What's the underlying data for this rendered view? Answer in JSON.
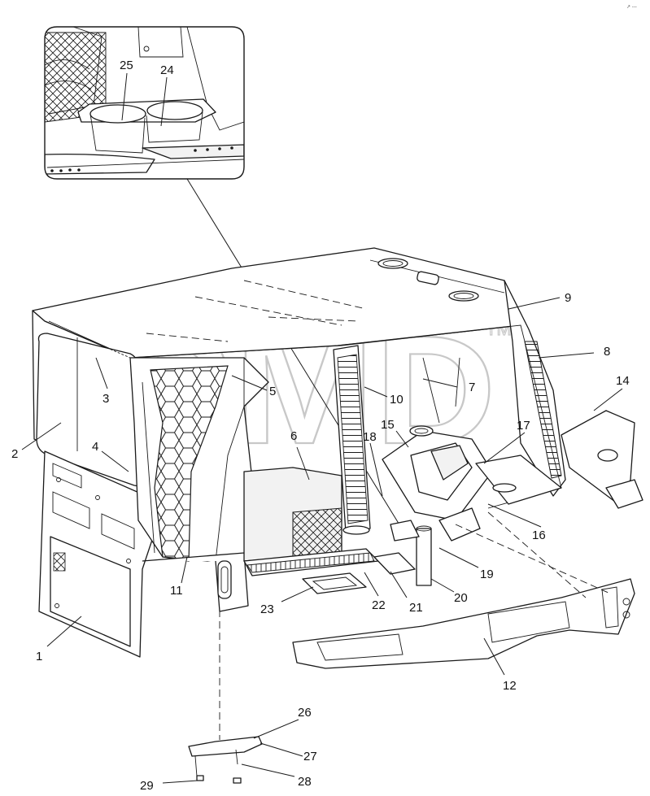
{
  "watermark": {
    "text": "SMD",
    "trademark": "TM"
  },
  "corner_mark": "↗ ---",
  "colors": {
    "line": "#1a1a1a",
    "watermark": "#c8c8c8",
    "background": "#ffffff"
  },
  "callouts": [
    {
      "id": "1",
      "label": "1"
    },
    {
      "id": "2",
      "label": "2"
    },
    {
      "id": "3",
      "label": "3"
    },
    {
      "id": "4",
      "label": "4"
    },
    {
      "id": "5",
      "label": "5"
    },
    {
      "id": "6",
      "label": "6"
    },
    {
      "id": "7",
      "label": "7"
    },
    {
      "id": "8",
      "label": "8"
    },
    {
      "id": "9",
      "label": "9"
    },
    {
      "id": "10",
      "label": "10"
    },
    {
      "id": "11",
      "label": "11"
    },
    {
      "id": "12",
      "label": "12"
    },
    {
      "id": "14",
      "label": "14"
    },
    {
      "id": "15",
      "label": "15"
    },
    {
      "id": "16",
      "label": "16"
    },
    {
      "id": "17",
      "label": "17"
    },
    {
      "id": "18",
      "label": "18"
    },
    {
      "id": "19",
      "label": "19"
    },
    {
      "id": "20",
      "label": "20"
    },
    {
      "id": "21",
      "label": "21"
    },
    {
      "id": "22",
      "label": "22"
    },
    {
      "id": "23",
      "label": "23"
    },
    {
      "id": "24",
      "label": "24"
    },
    {
      "id": "25",
      "label": "25"
    },
    {
      "id": "26",
      "label": "26"
    },
    {
      "id": "27",
      "label": "27"
    },
    {
      "id": "28",
      "label": "28"
    },
    {
      "id": "29",
      "label": "29"
    }
  ]
}
